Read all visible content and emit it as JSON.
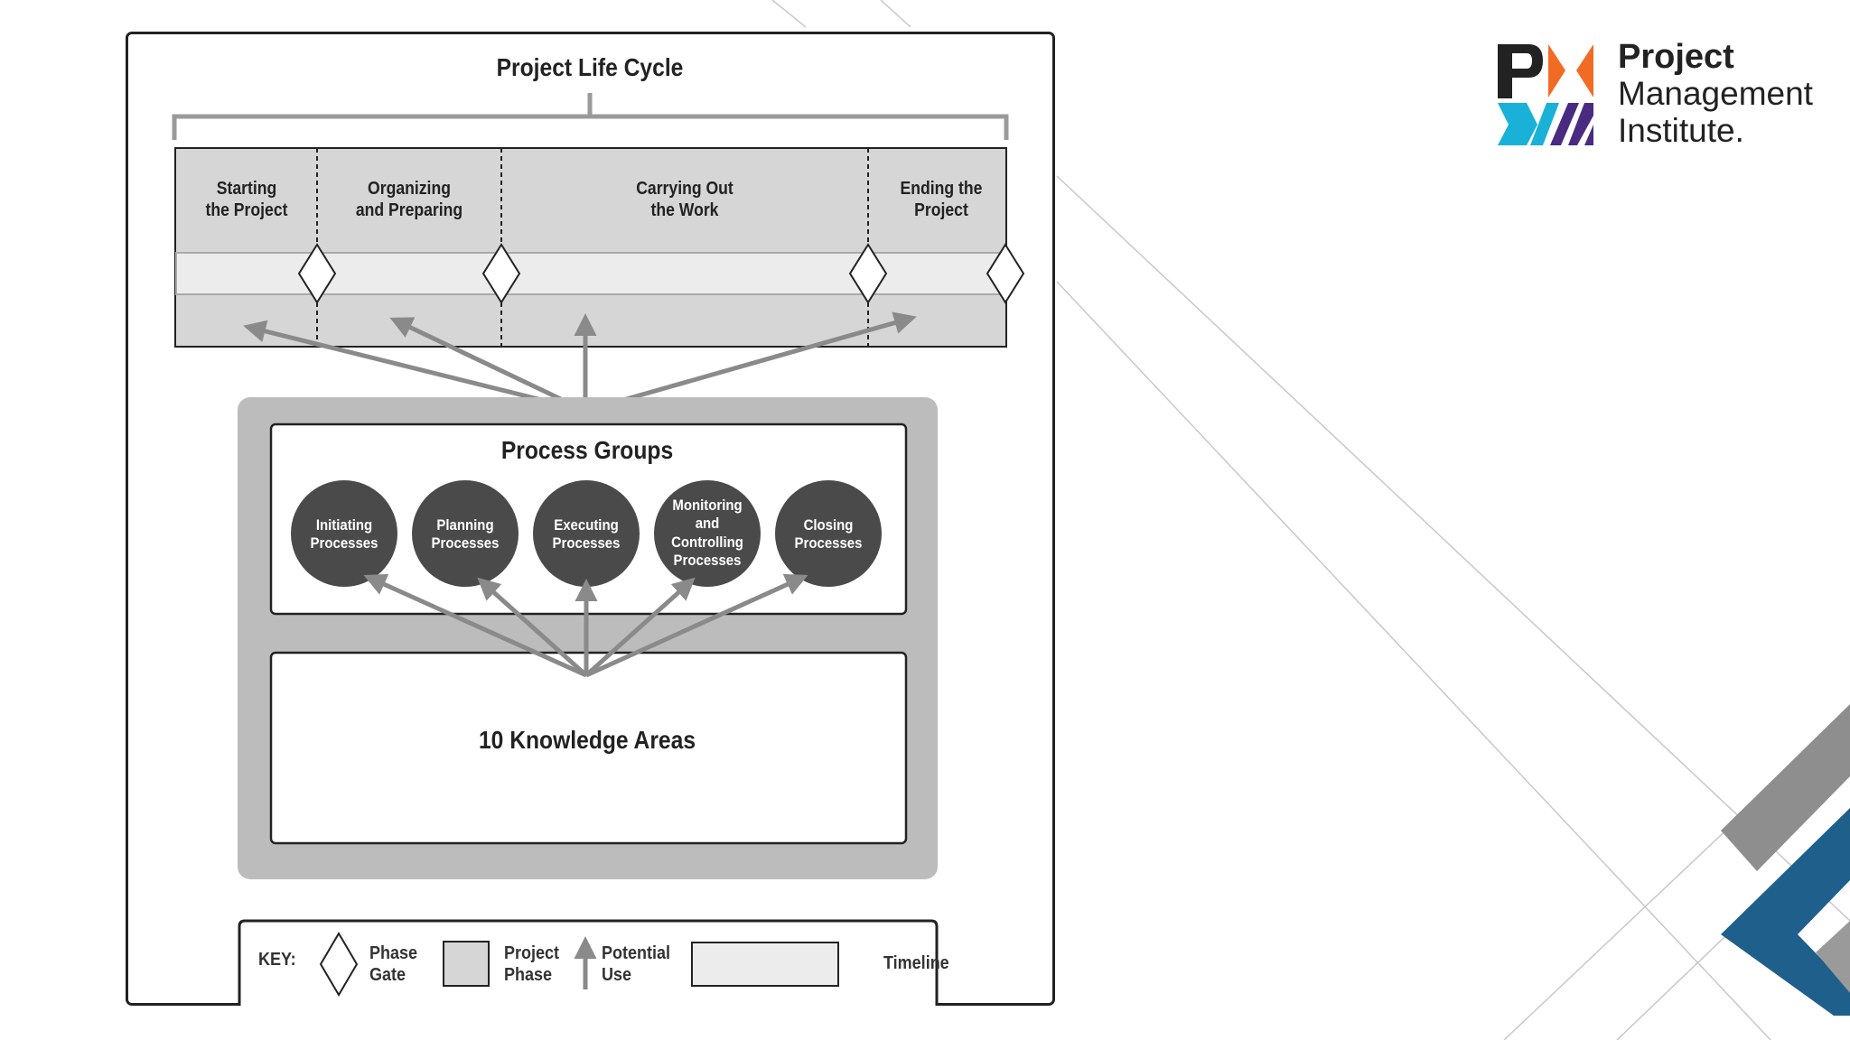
{
  "diagram": {
    "lifecycle_title": "Project Life Cycle",
    "phases": [
      {
        "label": "Starting\nthe Project"
      },
      {
        "label": "Organizing\nand Preparing"
      },
      {
        "label": "Carrying Out\nthe Work"
      },
      {
        "label": "Ending the\nProject"
      }
    ],
    "process_groups_title": "Process Groups",
    "process_groups": [
      {
        "label": "Initiating\nProcesses"
      },
      {
        "label": "Planning\nProcesses"
      },
      {
        "label": "Executing\nProcesses"
      },
      {
        "label": "Monitoring\nand\nControlling\nProcesses"
      },
      {
        "label": "Closing\nProcesses"
      }
    ],
    "knowledge_areas": "10 Knowledge Areas",
    "key": {
      "title": "KEY:",
      "phase_gate": "Phase\nGate",
      "project_phase": "Project\nPhase",
      "potential_use": "Potential\nUse",
      "timeline": "Timeline"
    }
  },
  "logo": {
    "line1": "Project",
    "line2": "Management",
    "line3": "Institute."
  },
  "colors": {
    "phase_fill": "#d6d6d6",
    "timeline_fill": "#ececec",
    "container_fill": "#bcbcbc",
    "circle_fill": "#4a4a4a",
    "arrow": "#8a8a8a",
    "brand_cyan": "#19b1d8",
    "brand_orange": "#f26b24",
    "brand_purple": "#4b2a82",
    "brand_blue": "#1f5f8b"
  }
}
